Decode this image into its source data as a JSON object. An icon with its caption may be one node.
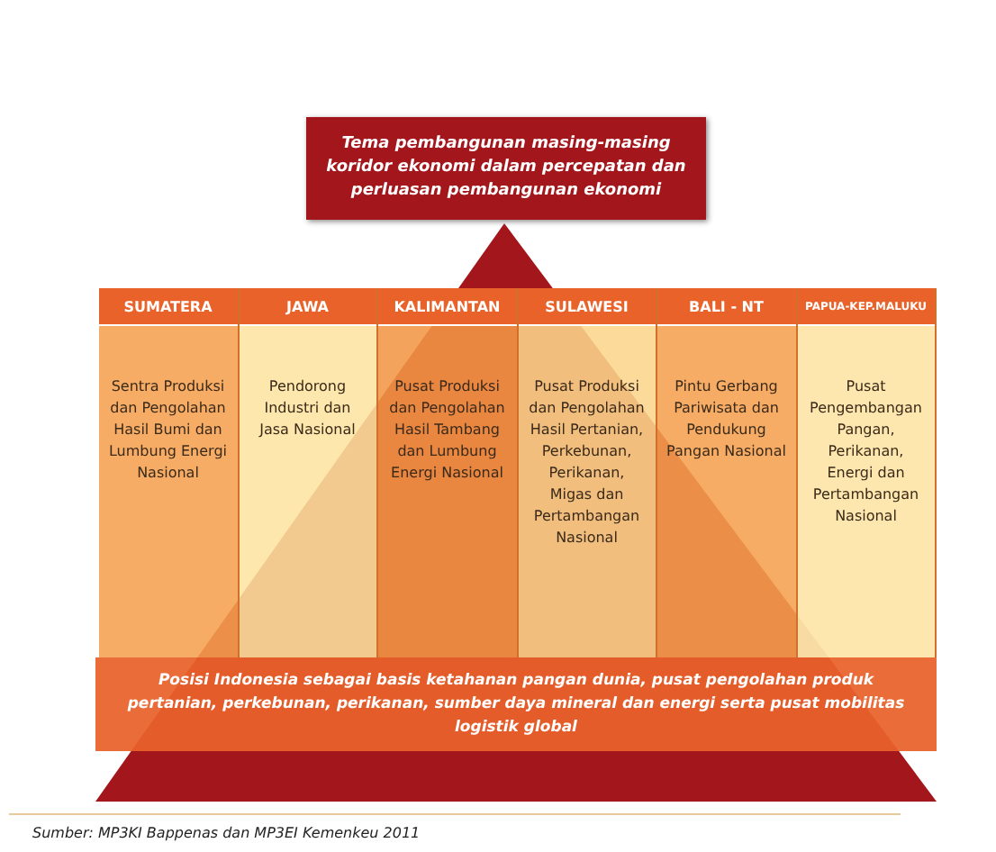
{
  "diagram": {
    "caption": "Sumber: MP3KI Bappenas  dan MP3EI Kemenkeu 2011",
    "nodes": [
      {
        "text": [
          "Tema pembangunan masing-masing koridor ekonomi dalam percepatan dan perluasan pembangunan ekonomi"
        ]
      },
      {
        "text": [
          "SUMATERA",
          "Sentra Produksi dan Pengolahan Hasil Bumi dan Lumbung Energi Nasional"
        ]
      },
      {
        "text": [
          "JAWA",
          "Pendorong Industri dan Jasa Nasional"
        ]
      },
      {
        "text": [
          "KALIMANTAN",
          "Pusat Produksi dan Pengolahan Hasil Tambang dan Lumbung Energi Nasional"
        ]
      },
      {
        "text": [
          "SULAWESI",
          "Pusat Produksi dan Pengolahan Hasil Pertanian, Perkebunan, Perikanan, Migas dan Pertambangan Nasional"
        ]
      },
      {
        "text": [
          "BALI - NT",
          "Pintu Gerbang Pariwisata dan Pendukung Pangan Nasional"
        ]
      },
      {
        "text": [
          "PAPUA-KEP.MALUKU",
          "Pusat Pengembangan Pangan, Perikanan, Energi dan Pertambangan Nasional"
        ]
      },
      {
        "text": [
          "Posisi Indonesia sebagai basis ketahanan pangan dunia, pusat pengolahan produk pertanian, perkebunan, perikanan, sumber daya mineral dan energi serta pusat mobilitas logistik global"
        ]
      }
    ],
    "edges": []
  }
}
